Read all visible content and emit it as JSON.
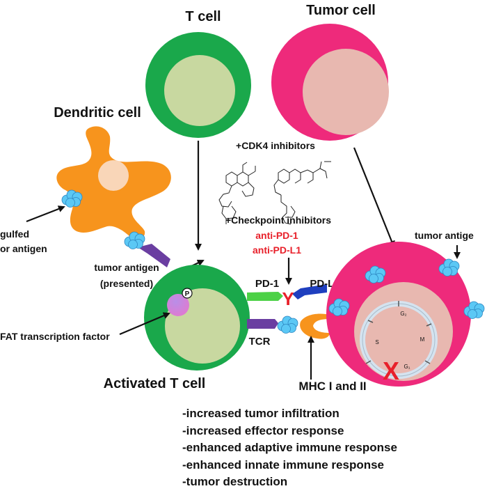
{
  "labels": {
    "t_cell": "T cell",
    "tumor_cell": "Tumor cell",
    "dendritic_cell": "Dendritic cell",
    "engulfed_antigen_line1": "gulfed",
    "engulfed_antigen_line2": "or antigen",
    "tumor_antigen_presented_line1": "tumor antigen",
    "tumor_antigen_presented_line2": "(presented)",
    "nfat": "FAT transcription factor",
    "phospho": "P",
    "activated_t_cell": "Activated T cell",
    "cdk4_inhibitors": "+CDK4 inhibitors",
    "checkpoint_inhibitors": "+Checkpoint inhibitors",
    "anti_pd1": "anti-PD-1",
    "anti_pdl1": "anti-PD-L1",
    "pd1": "PD-1",
    "pdl1": "PD-L1",
    "tcr": "TCR",
    "mhc": "MHC I and II",
    "tumor_antigen_free": "tumor antige",
    "cycle_g2": "G₂",
    "cycle_s": "S",
    "cycle_m": "M",
    "cycle_g1": "G₁",
    "block_mark": "X",
    "antibody_mark": "Y"
  },
  "outcomes": [
    "-increased tumor infiltration",
    "-increased effector response",
    "-enhanced adaptive immune response",
    "-enhanced innate immune response",
    "-tumor destruction"
  ],
  "colors": {
    "t_cell_outer": "#1aa84b",
    "t_cell_inner": "#c8d8a0",
    "tumor_outer": "#ee2a7b",
    "tumor_inner": "#e8b8b0",
    "dendritic": "#f7941d",
    "dendritic_nucleus": "#f9d6b8",
    "antigen": "#5bc8f5",
    "tcr": "#6a3ea1",
    "pd1": "#4cd146",
    "pdl1": "#1f3fbf",
    "mhc": "#f7941d",
    "inhibitor_red": "#e8202a",
    "nfat": "#c98ad8"
  }
}
